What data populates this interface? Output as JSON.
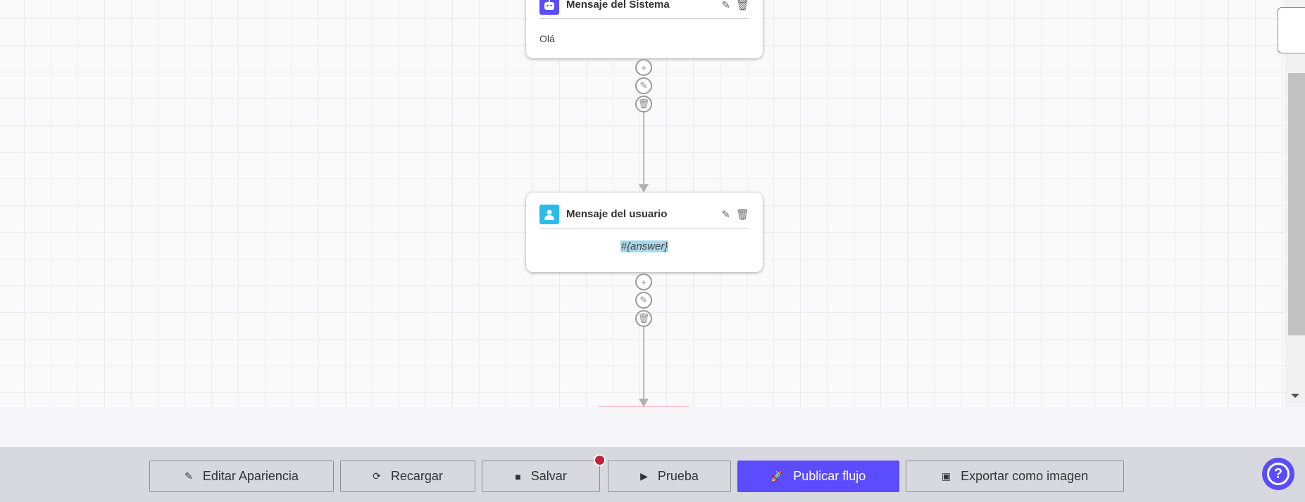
{
  "nodes": [
    {
      "title": "Mensaje del Sistema",
      "type": "system",
      "icon": "robot-icon",
      "content": "Olá",
      "color": "#5b4cff"
    },
    {
      "title": "Mensaje del usuario",
      "type": "user",
      "icon": "user-icon",
      "content": "#{answer}",
      "color": "#2bbbe8"
    }
  ],
  "toolbar": {
    "edit_appearance": "Editar Apariencia",
    "reload": "Recargar",
    "save": "Salvar",
    "test": "Prueba",
    "publish": "Publicar flujo",
    "export": "Exportar como imagen",
    "unsaved_indicator_color": "#c0223a",
    "accent": "#5b4cff"
  },
  "help": {
    "icon": "help-icon",
    "label": "?"
  }
}
